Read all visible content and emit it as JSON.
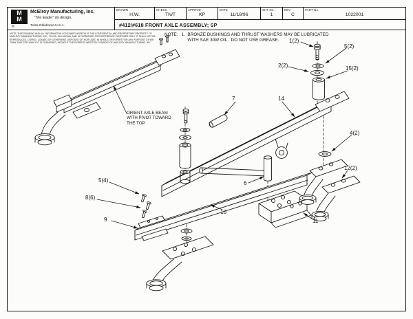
{
  "title_block": {
    "logo_text": "M\nM",
    "registered": "®",
    "company": "McElroy Manufacturing, inc.",
    "tagline": "\"The leader\" by design.",
    "location": "Tulsa Oklahoma U.S.A.",
    "fields": [
      {
        "label": "DRAWN",
        "value": "H.W."
      },
      {
        "label": "CHECK",
        "value": "TN/T"
      },
      {
        "label": "APPRVD",
        "value": "KP"
      },
      {
        "label": "DATE",
        "value": "11/18/96"
      },
      {
        "label": "SHT No.",
        "value": "1"
      },
      {
        "label": "REV",
        "value": "C"
      },
      {
        "label": "PART No.",
        "value": "1022001"
      }
    ],
    "drawing_title": "#412/#618 FRONT AXLE ASSEMBLY; SP"
  },
  "notes": {
    "disclaimer": "NOTE: THIS DRAWING AND ALL INFORMATION CONTAINED HEREON IS THE CONFIDENTIAL AND PROPRIETARY PROPERTY OF McELROY MANUFACTURING, INC., TULSA, OKLAHOMA, AND IS FURNISHED FOR REFERENCE PURPOSES ONLY. IT SHALL NOT BE REPRODUCED, COPIED, LOANED OR OTHERWISE DISPOSED OF, NOR USED IN WHOLE OR IN PART FOR ANY PURPOSE OTHER THAN THAT FOR WHICH IT IS FURNISHED, WITHOUT THE EXPRESS WRITTEN CONSENT OF McELROY MANUFACTURING, INC.",
    "note_title": "NOTE:",
    "note_body": "1.  BRONZE BUSHINGS AND THRUST WASHERS MAY BE LUBRICATED\n     WITH SAE 30W OIL.  DO NOT USE GREASE."
  },
  "diagram": {
    "annotation": "ORIENT AXLE BEAM\nWITH PIVOT TOWARD\nTHE TOP.",
    "part_labels": [
      "1(2)",
      "5(2)",
      "2(2)",
      "15(2)",
      "7",
      "14",
      "4(2)",
      "12(2)",
      "6",
      "10",
      "11",
      "5(4)",
      "8(6)",
      "9"
    ]
  }
}
